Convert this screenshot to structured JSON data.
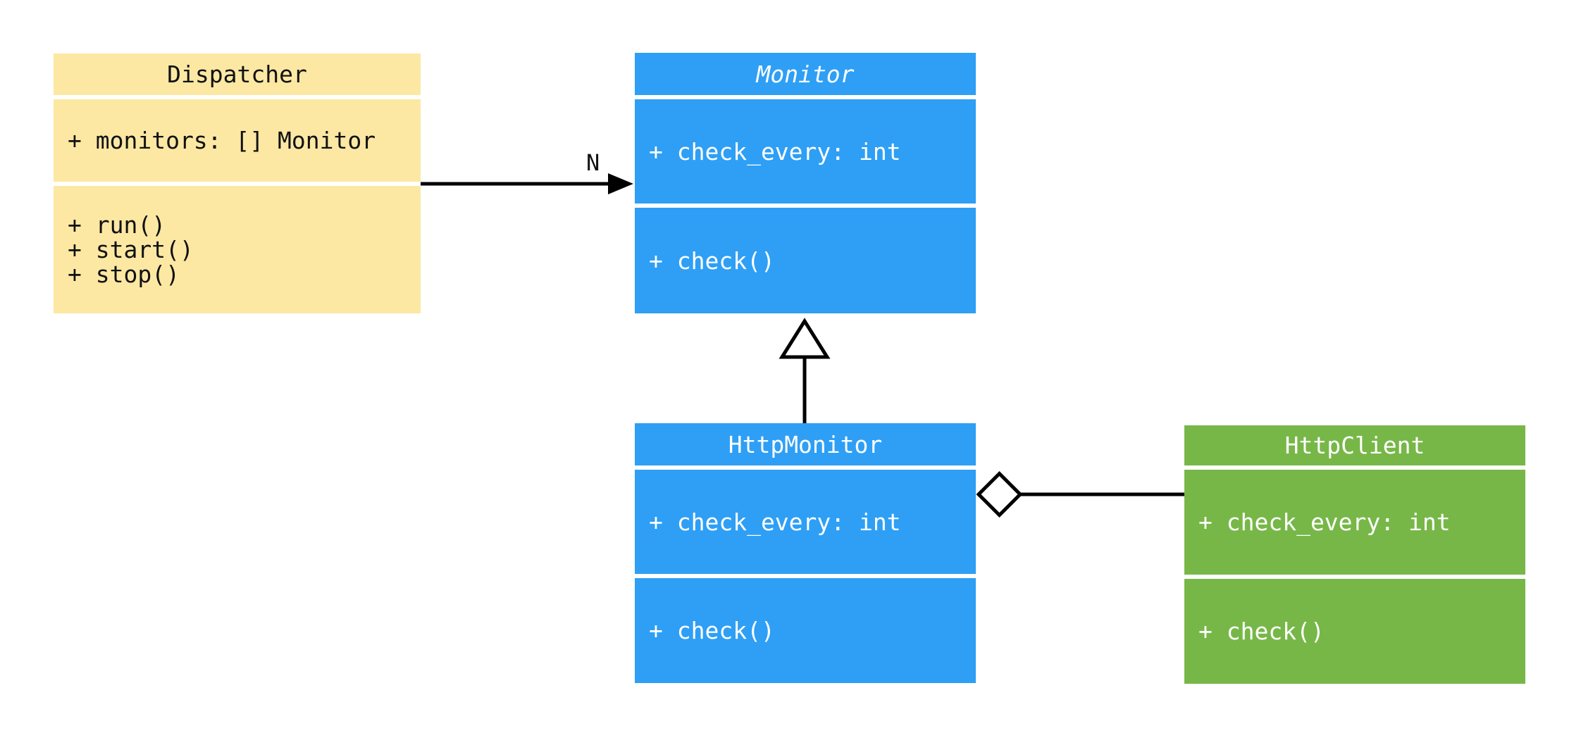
{
  "diagram": {
    "type": "uml-class-diagram",
    "background_color": "#ffffff",
    "connector_color": "#000000",
    "classes": [
      {
        "name": "Dispatcher",
        "abstract": false,
        "fill": "#FCE8A3",
        "text_color": "#111111",
        "attributes": [
          "+ monitors: [] Monitor"
        ],
        "methods": [
          "+ run()",
          "+ start()",
          "+ stop()"
        ]
      },
      {
        "name": "Monitor",
        "abstract": true,
        "fill": "#2E9FF5",
        "text_color": "#ffffff",
        "attributes": [
          "+ check_every: int"
        ],
        "methods": [
          "+ check()"
        ]
      },
      {
        "name": "HttpMonitor",
        "abstract": false,
        "fill": "#2E9FF5",
        "text_color": "#ffffff",
        "attributes": [
          "+ check_every: int"
        ],
        "methods": [
          "+ check()"
        ]
      },
      {
        "name": "HttpClient",
        "abstract": false,
        "fill": "#77B748",
        "text_color": "#ffffff",
        "attributes": [
          "+ check_every: int"
        ],
        "methods": [
          "+ check()"
        ]
      }
    ],
    "relations": [
      {
        "type": "association",
        "from": "Dispatcher",
        "to": "Monitor",
        "label": "N",
        "arrow": "filled-arrowhead"
      },
      {
        "type": "inheritance",
        "from": "HttpMonitor",
        "to": "Monitor",
        "label": "",
        "arrow": "hollow-triangle"
      },
      {
        "type": "aggregation",
        "from": "HttpMonitor",
        "to": "HttpClient",
        "label": "",
        "arrow": "hollow-diamond"
      }
    ]
  }
}
